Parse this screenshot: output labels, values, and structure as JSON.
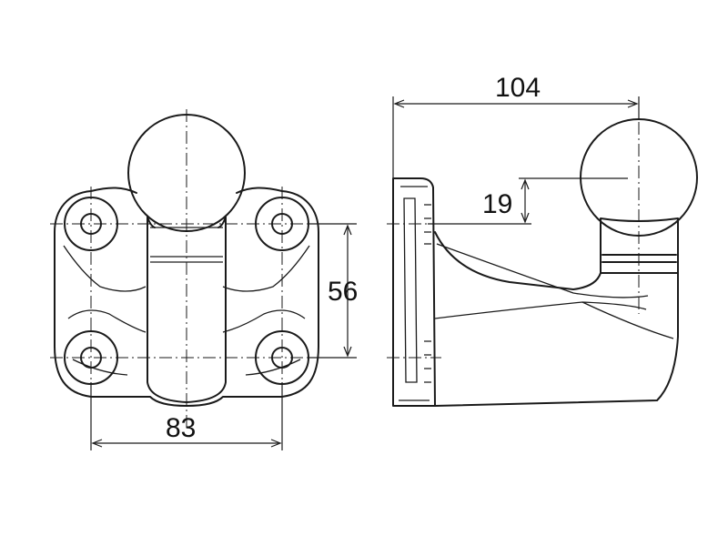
{
  "dimensions": {
    "width_83": "83",
    "height_56": "56",
    "length_104": "104",
    "offset_19": "19"
  },
  "colors": {
    "line": "#1a1a1a",
    "background": "#ffffff"
  }
}
